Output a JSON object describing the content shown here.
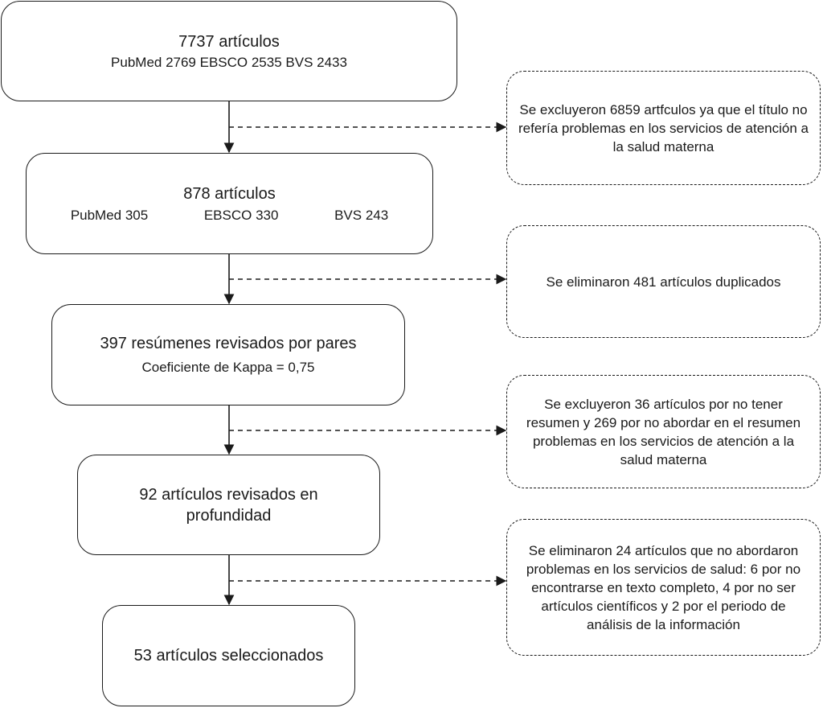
{
  "steps": {
    "s1": {
      "title": "7737 artículos",
      "sub": "PubMed 2769 EBSCO 2535 BVS 2433"
    },
    "s2": {
      "title": "878 artículos",
      "sources": [
        "PubMed 305",
        "EBSCO 330",
        "BVS 243"
      ]
    },
    "s3": {
      "title": "397 resúmenes revisados por pares",
      "sub": "Coeficiente de Kappa = 0,75"
    },
    "s4": {
      "title": "92 artículos revisados en profundidad"
    },
    "s5": {
      "title": "53 artículos seleccionados"
    }
  },
  "notes": {
    "n1": "Se excluyeron 6859 artfculos ya que el título no refería problemas en los servicios de atención a la salud materna",
    "n2": "Se eliminaron 481 artículos duplicados",
    "n3": "Se excluyeron 36 artículos por no tener resumen y 269 por no abordar en el resumen problemas en los servicios de atención a la salud materna",
    "n4": "Se eliminaron 24 artículos que no abordaron problemas en los servicios de salud: 6 por no encontrarse en texto completo, 4 por no ser artículos científicos y 2 por el periodo de análisis de la información"
  }
}
